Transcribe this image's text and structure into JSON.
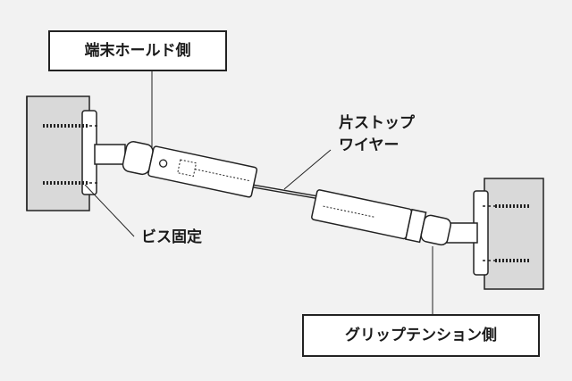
{
  "labels": {
    "terminal_hold_side": "端末ホールド側",
    "one_touch_wire_line1": "片ストップ",
    "one_touch_wire_line2": "ワイヤー",
    "screw_fixing": "ビス固定",
    "grip_tension_side": "グリップテンション側"
  },
  "colors": {
    "background": "#f2f2f2",
    "wall": "#d9d9d9",
    "outline": "#222222",
    "body": "#ffffff",
    "shadow": "#cfcfcf"
  }
}
